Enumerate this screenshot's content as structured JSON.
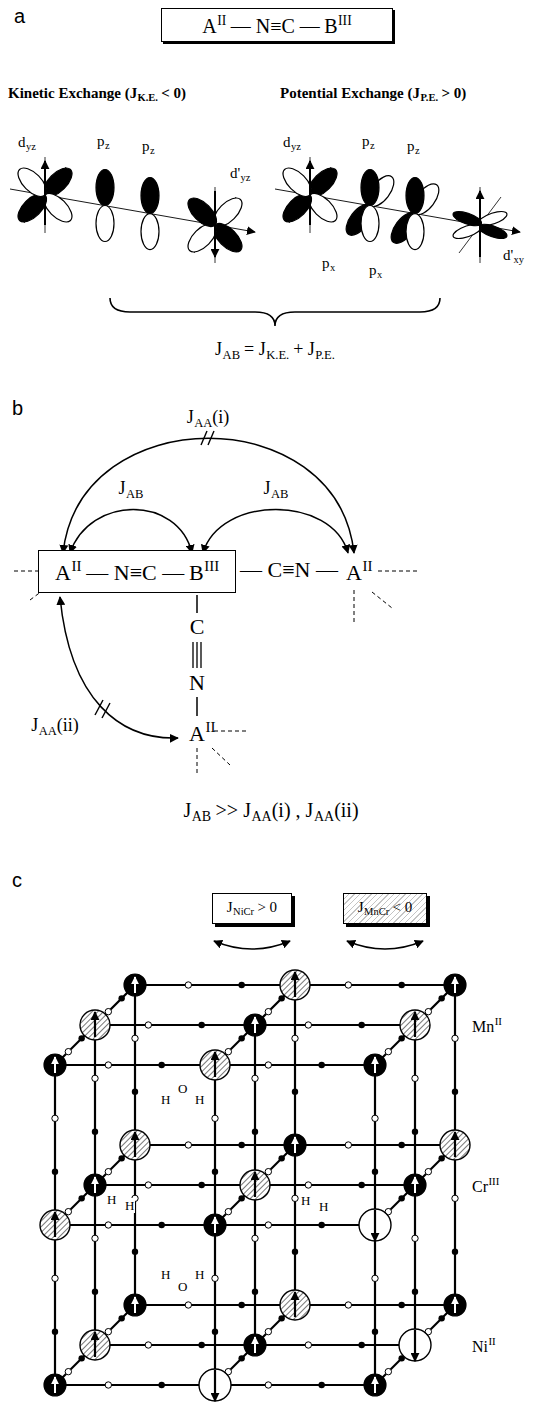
{
  "diagram": {
    "nodes": [
      {
        "text": [
          "A",
          "II",
          "— N≡C —",
          "B",
          "III"
        ]
      },
      {
        "text": [
          "A",
          "II",
          "— N≡C —",
          "B",
          "III"
        ]
      },
      {
        "text": [
          "J",
          "NiCr",
          "> 0"
        ]
      },
      {
        "text": [
          "J",
          "MnCr",
          "< 0"
        ]
      }
    ],
    "labels": [
      "a",
      "Kinetic Exchange (J",
      "K.E.",
      "< 0)",
      "Potential Exchange (J",
      "P.E.",
      "> 0)",
      "d",
      "yz",
      "p",
      "z",
      "p",
      "z",
      "d'",
      "yz",
      "d",
      "yz",
      "p",
      "z",
      "p",
      "z",
      "p",
      "x",
      "p",
      "x",
      "d'",
      "xy",
      "J",
      "AB",
      "= J",
      "K.E.",
      "+ J",
      "P.E.",
      "b",
      "J",
      "AA",
      "(i)",
      "J",
      "AB",
      "J",
      "AB",
      "— C≡N —",
      "A",
      "II",
      "C",
      "N",
      "J",
      "AA",
      "(ii)",
      "A",
      "II",
      "J",
      "AB",
      ">> J",
      "AA",
      "(i) , J",
      "AA",
      "(ii)",
      "c",
      "Mn",
      "II",
      "Cr",
      "III",
      "Ni",
      "II",
      "H",
      "O",
      "H",
      "H",
      "H",
      "H",
      "H",
      "H",
      "O",
      "H"
    ]
  }
}
